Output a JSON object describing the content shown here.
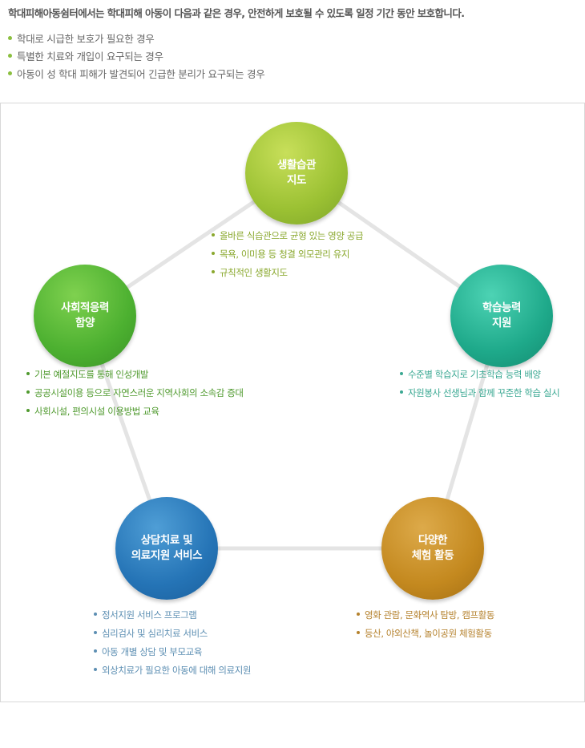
{
  "intro": "학대피해아동쉼터에서는 학대피해 아동이 다음과 같은 경우, 안전하게 보호될 수 있도록 일정 기간 동안 보호합니다.",
  "criteria": [
    "학대로 시급한 보호가 필요한 경우",
    "특별한 치료와 개입이 요구되는 경우",
    "아동이 성 학대 피해가 발견되어 긴급한 분리가 요구되는 경우"
  ],
  "nodes": {
    "life": {
      "title": [
        "생활습관",
        "지도"
      ],
      "color": "#9bc133",
      "items": [
        "올바른 식습관으로 균형 있는 영양 공급",
        "목욕, 이미용 등 청결 외모관리 유지",
        "규칙적인 생활지도"
      ]
    },
    "social": {
      "title": [
        "사회적응력",
        "함양"
      ],
      "color": "#4cb030",
      "items": [
        "기본 예절지도를 통해 인성개발",
        "공공시설이용 등으로 자연스러운 지역사회의 소속감 증대",
        "사회시설, 편의시설 이용방법 교육"
      ]
    },
    "study": {
      "title": [
        "학습능력",
        "지원"
      ],
      "color": "#1ea98a",
      "items": [
        "수준별 학습지로 기초학습 능력 배양",
        "자원봉사 선생님과 함께 꾸준한 학습 실시"
      ]
    },
    "counsel": {
      "title": [
        "상담치료 및",
        "의료지원 서비스"
      ],
      "color": "#2574b6",
      "items": [
        "정서지원 서비스 프로그램",
        "심리검사 및 심리치료 서비스",
        "아동 개별 상담 및 부모교육",
        "외상치료가 필요한 아동에 대해 의료지원"
      ]
    },
    "exp": {
      "title": [
        "다양한",
        "체험 활동"
      ],
      "color": "#c4891f",
      "items": [
        "영화 관람, 문화역사 탐방, 캠프활동",
        "등산, 야외산책, 놀이공원 체험활동"
      ]
    }
  }
}
